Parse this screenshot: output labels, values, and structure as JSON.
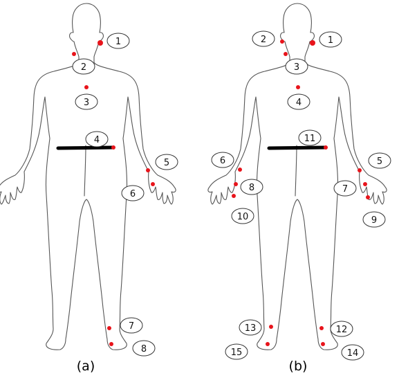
{
  "figures": [
    {
      "caption": "(a)",
      "sensors": [
        {
          "label": "1"
        },
        {
          "label": "2"
        },
        {
          "label": "3"
        },
        {
          "label": "4"
        },
        {
          "label": "5"
        },
        {
          "label": "6"
        },
        {
          "label": "7"
        },
        {
          "label": "8"
        }
      ]
    },
    {
      "caption": "(b)",
      "sensors": [
        {
          "label": "1"
        },
        {
          "label": "2"
        },
        {
          "label": "3"
        },
        {
          "label": "4"
        },
        {
          "label": "5"
        },
        {
          "label": "6"
        },
        {
          "label": "7"
        },
        {
          "label": "8"
        },
        {
          "label": "9"
        },
        {
          "label": "10"
        },
        {
          "label": "11"
        },
        {
          "label": "12"
        },
        {
          "label": "13"
        },
        {
          "label": "14"
        },
        {
          "label": "15"
        }
      ]
    }
  ],
  "colors": {
    "sensor": "#e8141b",
    "belt": "#000000",
    "outline": "#555555"
  }
}
